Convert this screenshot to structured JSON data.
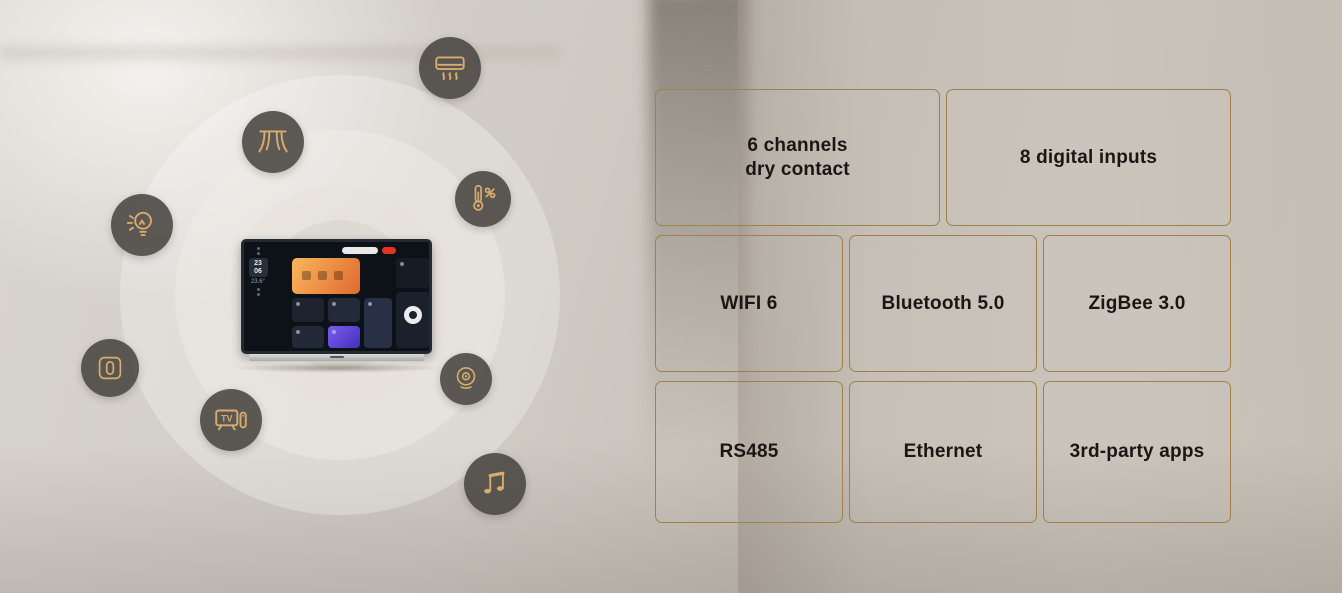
{
  "device": {
    "time_hour": "23",
    "time_min": "06",
    "temperature": "23.6°",
    "tv_label": "TV"
  },
  "hub_icons": [
    {
      "name": "air-conditioner-icon"
    },
    {
      "name": "curtain-icon"
    },
    {
      "name": "thermo-humidity-icon"
    },
    {
      "name": "light-bulb-icon"
    },
    {
      "name": "switch-socket-icon"
    },
    {
      "name": "tv-remote-icon"
    },
    {
      "name": "camera-icon"
    },
    {
      "name": "music-icon"
    }
  ],
  "features": {
    "row1": [
      {
        "label": "6 channels\ndry contact"
      },
      {
        "label": "8 digital inputs"
      }
    ],
    "row2": [
      {
        "label": "WIFI 6"
      },
      {
        "label": "Bluetooth 5.0"
      },
      {
        "label": "ZigBee 3.0"
      }
    ],
    "row3": [
      {
        "label": "RS485"
      },
      {
        "label": "Ethernet"
      },
      {
        "label": "3rd-party apps"
      }
    ]
  },
  "colors": {
    "accent_border": "#a08048",
    "icon_gold": "#d9ab6e",
    "icon_circle": "#484440",
    "text_dark": "#191714",
    "badge_red": "#e23420"
  }
}
